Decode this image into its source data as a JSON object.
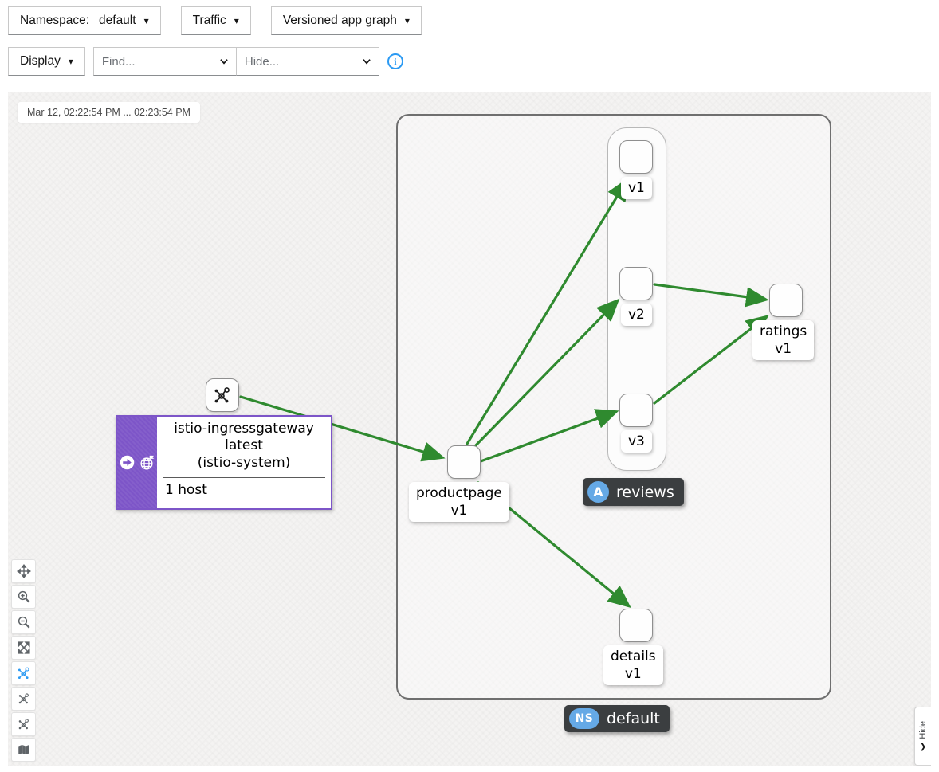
{
  "header": {
    "namespace": {
      "label": "Namespace:",
      "value": "default"
    },
    "traffic": {
      "label": "Traffic"
    },
    "graph_type": {
      "value": "Versioned app graph"
    },
    "display": {
      "label": "Display"
    },
    "find": {
      "placeholder": "Find..."
    },
    "hide": {
      "placeholder": "Hide..."
    },
    "info_icon": "i"
  },
  "graph": {
    "time_range": "Mar 12, 02:22:54 PM ... 02:23:54 PM",
    "ingress": {
      "title": "istio-ingressgateway",
      "version": "latest",
      "namespace": "(istio-system)",
      "hosts": "1 host"
    },
    "nodes": {
      "reviews_v1": "v1",
      "reviews_v2": "v2",
      "reviews_v3": "v3",
      "ratings_line1": "ratings",
      "ratings_line2": "v1",
      "productpage_line1": "productpage",
      "productpage_line2": "v1",
      "details_line1": "details",
      "details_line2": "v1"
    },
    "badges": {
      "app_abbr": "A",
      "app_label": "reviews",
      "ns_abbr": "NS",
      "ns_label": "default"
    },
    "hide_tab_label": "Hide",
    "hide_tab_chevron": "❯"
  },
  "colors": {
    "edge_green": "#2f8a2f",
    "ingress_purple": "#7d55c8",
    "badge_bg": "#3b3e40",
    "badge_blue": "#65a9e6",
    "active_tool_blue": "#2b9af3"
  }
}
